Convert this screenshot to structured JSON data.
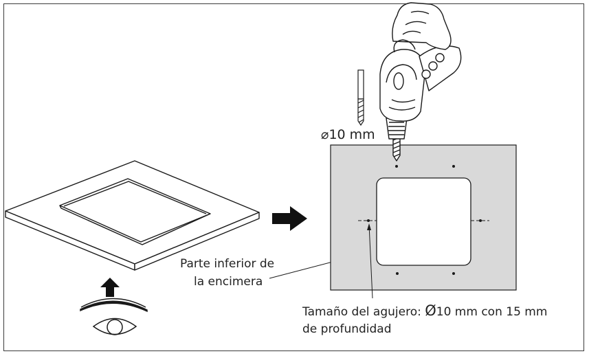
{
  "labels": {
    "drill_size": "⌀10 mm",
    "countertop_bottom_line1": "Parte inferior de",
    "countertop_bottom_line2": "la encimera",
    "hole_size_prefix": "Tamaño del agujero: ",
    "hole_size_symbol": "Ø",
    "hole_size_value": "10  mm con 15 mm",
    "hole_size_line2": "de profundidad"
  },
  "colors": {
    "panel_fill": "#d9d9d9",
    "line": "#1a1a1a",
    "cutout_fill": "#ffffff"
  },
  "icons": {
    "drill": "hand-drill-icon",
    "drill_bit": "drill-bit-icon",
    "eye": "eye-icon",
    "arrow_up": "arrow-up-icon",
    "arrow_right": "arrow-right-icon"
  }
}
